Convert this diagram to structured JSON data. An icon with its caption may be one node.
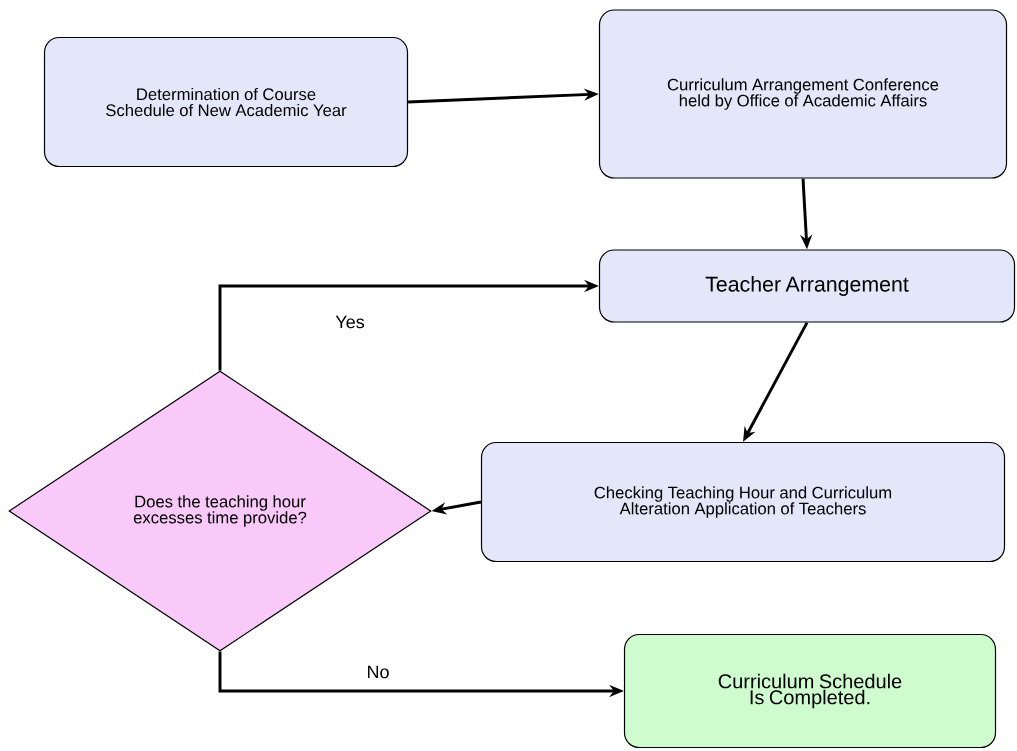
{
  "diagram": {
    "nodes": [
      {
        "text": [
          "Determination of Course Schedule of New Academic Year"
        ]
      },
      {
        "text": [
          "Curriculum Arrangement Conference held by Office of Academic Affairs"
        ]
      },
      {
        "text": [
          "Teacher Arrangement"
        ]
      },
      {
        "text": [
          "Checking Teaching Hour and Curriculum Alteration Application of Teachers"
        ]
      },
      {
        "text": [
          "Does the teaching hour excesses time provide?"
        ]
      },
      {
        "text": [
          "Curriculum Schedule Is Completed."
        ]
      }
    ],
    "edges": [
      {
        "from": 0,
        "to": 1,
        "arrow": "to"
      },
      {
        "from": 1,
        "to": 2,
        "arrow": "to"
      },
      {
        "from": 2,
        "to": 3,
        "arrow": "to"
      },
      {
        "from": 3,
        "to": 4,
        "arrow": "to"
      },
      {
        "from": 4,
        "to": 2,
        "arrow": "to",
        "label": "Yes"
      },
      {
        "from": 4,
        "to": 5,
        "arrow": "to",
        "label": "No"
      }
    ]
  }
}
